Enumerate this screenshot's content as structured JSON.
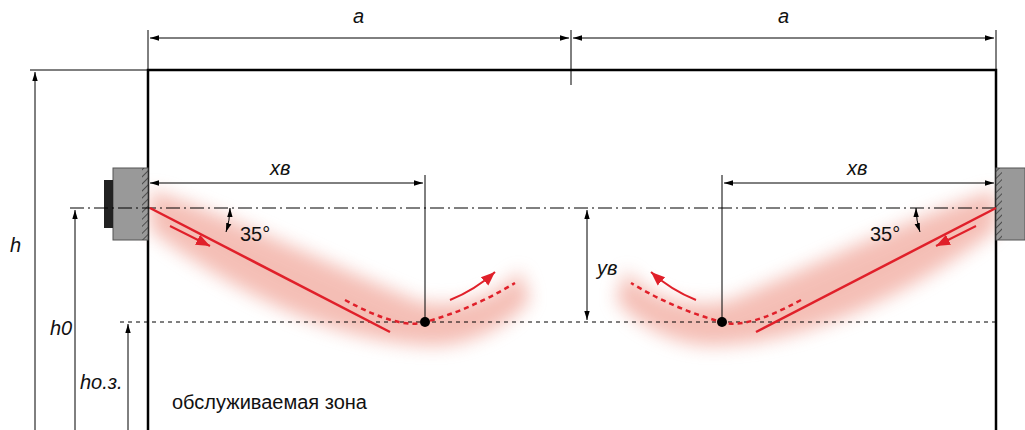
{
  "diagram": {
    "labels": [
      "a",
      "a",
      "xв",
      "xв",
      "35°",
      "35°",
      "yв",
      "h",
      "h0",
      "hо.з.",
      "обслуживаемая зона"
    ]
  }
}
